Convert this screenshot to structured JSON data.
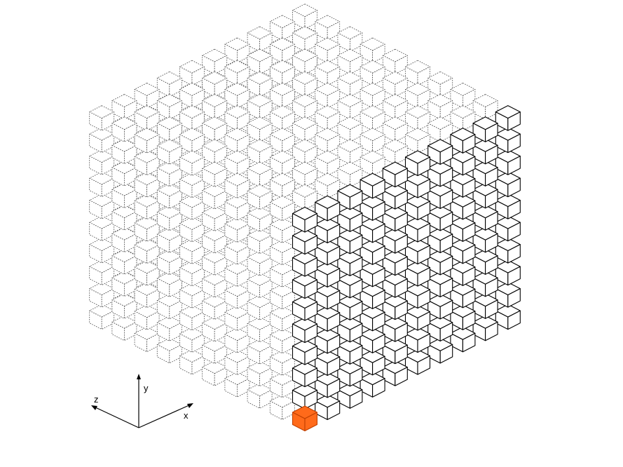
{
  "diagram": {
    "grid_size": 10,
    "front_rows": 10,
    "front_cols": 10,
    "highlight": {
      "color": "#ff6a1a",
      "edge_color": "#c04000"
    },
    "solid_stroke": "#000000",
    "hidden_stroke": "#444444",
    "cube_fill": "#ffffff"
  },
  "axes": {
    "x_label": "x",
    "y_label": "y",
    "z_label": "z"
  }
}
